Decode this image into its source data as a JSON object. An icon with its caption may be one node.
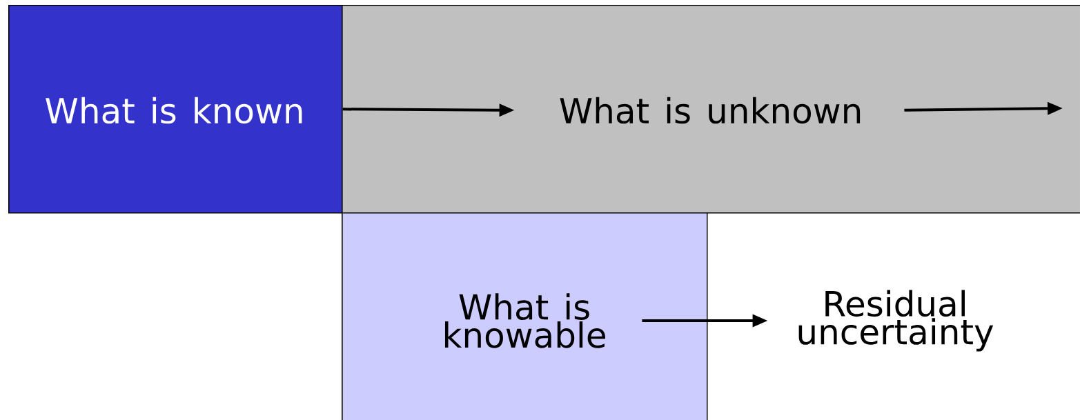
{
  "diagram": {
    "nodes": [
      {
        "text": [
          "What is known"
        ]
      },
      {
        "text": [
          "What is unknown"
        ]
      },
      {
        "text": [
          "What is knowable"
        ]
      },
      {
        "text": [
          "Residual uncertainty"
        ]
      }
    ],
    "edges": [
      {
        "from": 0,
        "to": 1,
        "arrow": "to"
      },
      {
        "from": 1,
        "to": null,
        "arrow": "to"
      },
      {
        "from": 2,
        "to": 3,
        "arrow": "to"
      }
    ]
  }
}
